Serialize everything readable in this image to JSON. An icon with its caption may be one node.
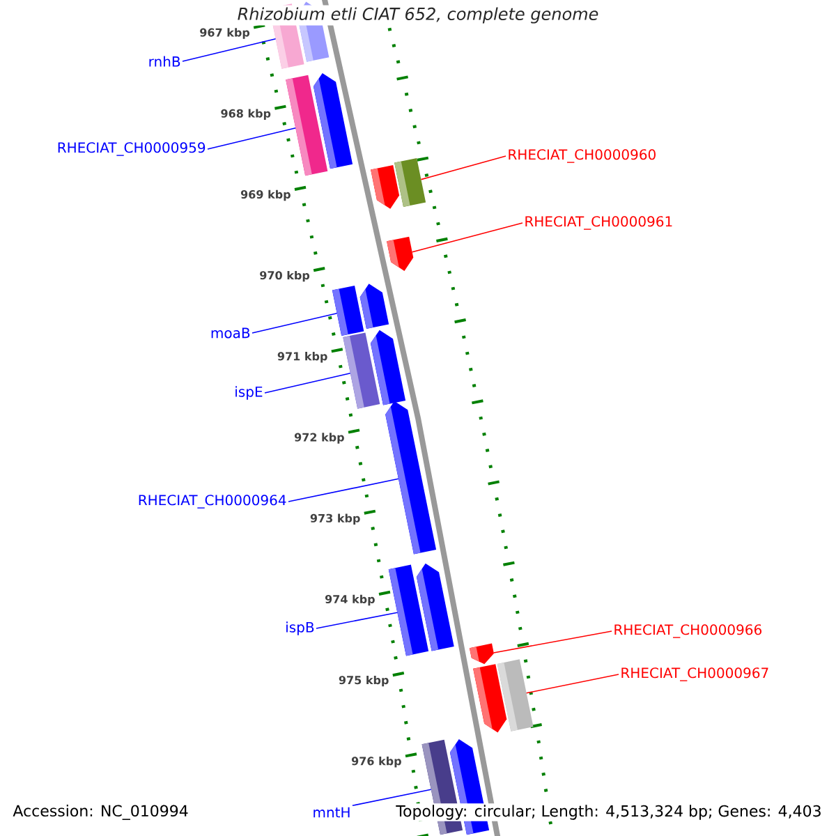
{
  "diagram": {
    "title": "Rhizobium etli CIAT 652, complete genome",
    "nodes": [
      {
        "text": [
          "rnhB"
        ]
      },
      {
        "text": [
          "RHECIAT_CH0000959"
        ]
      },
      {
        "text": [
          "RHECIAT_CH0000960"
        ]
      },
      {
        "text": [
          "RHECIAT_CH0000961"
        ]
      },
      {
        "text": [
          "moaB"
        ]
      },
      {
        "text": [
          "ispE"
        ]
      },
      {
        "text": [
          "RHECIAT_CH0000964"
        ]
      },
      {
        "text": [
          "ispB"
        ]
      },
      {
        "text": [
          "RHECIAT_CH0000966"
        ]
      },
      {
        "text": [
          "RHECIAT_CH0000967"
        ]
      },
      {
        "text": [
          "mntH"
        ]
      },
      {
        "text": [],
        "shape": "bar"
      },
      {
        "text": [],
        "shape": "arrow"
      },
      {
        "text": [],
        "shape": "bar"
      },
      {
        "text": [],
        "shape": "arrow"
      },
      {
        "text": [],
        "shape": "arrow"
      },
      {
        "text": [],
        "shape": "bar"
      },
      {
        "text": [],
        "shape": "arrow"
      },
      {
        "text": [],
        "shape": "bar"
      },
      {
        "text": [],
        "shape": "arrow"
      },
      {
        "text": [],
        "shape": "bar"
      },
      {
        "text": [],
        "shape": "arrow"
      },
      {
        "text": [],
        "shape": "arrow"
      },
      {
        "text": [],
        "shape": "bar"
      },
      {
        "text": [],
        "shape": "arrow"
      },
      {
        "text": [],
        "shape": "arrow"
      },
      {
        "text": [],
        "shape": "arrow"
      },
      {
        "text": [],
        "shape": "bar"
      },
      {
        "text": [],
        "shape": "bar"
      },
      {
        "text": [],
        "shape": "arrow"
      }
    ],
    "edges": [
      {
        "from": 0,
        "to": 11,
        "arrow": "none"
      },
      {
        "from": 1,
        "to": 13,
        "arrow": "none"
      },
      {
        "from": 2,
        "to": 16,
        "arrow": "none",
        "color": "#ff0000"
      },
      {
        "from": 3,
        "to": 17,
        "arrow": "none",
        "color": "#ff0000"
      },
      {
        "from": 4,
        "to": 18,
        "arrow": "none"
      },
      {
        "from": 5,
        "to": 20,
        "arrow": "none"
      },
      {
        "from": 6,
        "to": 22,
        "arrow": "none"
      },
      {
        "from": 7,
        "to": 23,
        "arrow": "none"
      },
      {
        "from": 8,
        "to": 25,
        "arrow": "none",
        "color": "#ff0000"
      },
      {
        "from": 9,
        "to": 27,
        "arrow": "none",
        "color": "#ff0000"
      },
      {
        "from": 10,
        "to": 28,
        "arrow": "none"
      }
    ],
    "labels": [
      "967 kbp",
      "968 kbp",
      "969 kbp",
      "970 kbp",
      "971 kbp",
      "972 kbp",
      "973 kbp",
      "974 kbp",
      "975 kbp",
      "976 kbp",
      "Accession: NC_010994",
      "Topology: circular; Length: 4,513,324 bp; Genes: 4,403"
    ]
  }
}
